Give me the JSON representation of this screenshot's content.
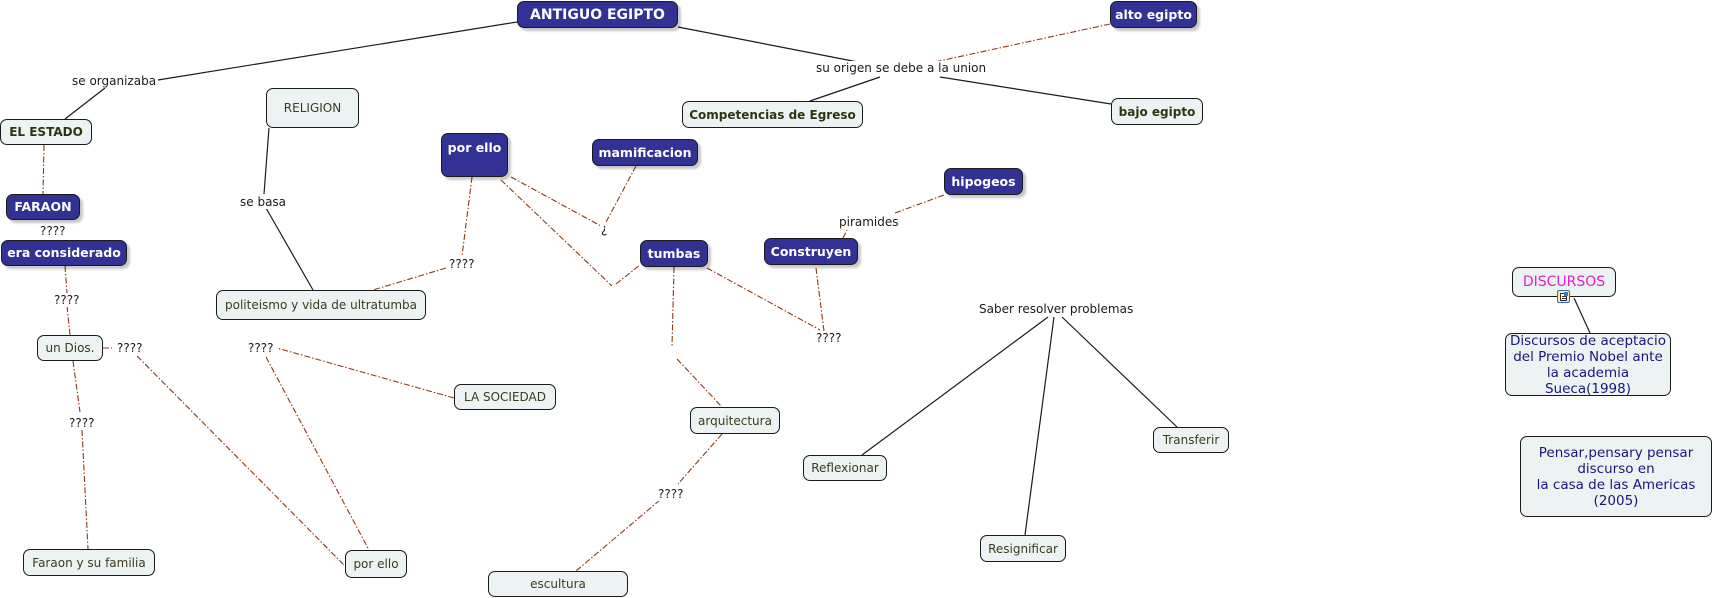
{
  "map_title": "ANTIGUO EGIPTO",
  "colors": {
    "dark_node_fill": "#313294",
    "light_node_fill": "#edf3f3",
    "dashed_link": "#8b3a12",
    "solid_link": "#1a1a1a",
    "discursos_text": "#e020c8",
    "nobel_text": "#17177a"
  },
  "nodes": {
    "antiguo_egipto": "ANTIGUO EGIPTO",
    "alto_egipto": "alto egipto",
    "bajo_egipto": "bajo egipto",
    "competencias": "Competencias de Egreso",
    "el_estado": "EL ESTADO",
    "religion": "RELIGION",
    "faraon": "FARAON",
    "era_considerado": "era considerado",
    "un_dios": "un Dios.",
    "faraon_familia": "Faraon y su familia",
    "politeismo": "politeismo y vida de ultratumba",
    "la_sociedad": "LA SOCIEDAD",
    "por_ello_top": "por ello",
    "por_ello_bottom": "por ello",
    "mamificacion": "mamificacion",
    "tumbas": "tumbas",
    "construyen": "Construyen",
    "hipogeos": "hipogeos",
    "arquitectura": "arquitectura",
    "escultura": "escultura",
    "reflexionar": "Reflexionar",
    "resignificar": "Resignificar",
    "transferir": "Transferir",
    "discursos": "DISCURSOS",
    "discursos_nobel": "Discursos de aceptacio\ndel Premio Nobel  ante\nla academia Sueca(1998)",
    "pensar": "Pensar,pensary pensar\ndiscurso en\nla casa  de las Americas\n(2005)"
  },
  "link_labels": {
    "se_organizaba": "se organizaba",
    "su_origen": "su origen se debe a la union",
    "se_basa": "se basa",
    "q_faraon": "????",
    "q_era": "????",
    "q_dios_right": "????",
    "q_dios_down": "????",
    "q_porello": "????",
    "q_sociedad": "????",
    "q_construyen": "????",
    "q_arquitectura": "????",
    "inverted_q": "¿",
    "piramides": "piramides",
    "saber_resolver": "Saber resolver problemas"
  },
  "icons": {
    "resource": "resource-document-icon"
  }
}
